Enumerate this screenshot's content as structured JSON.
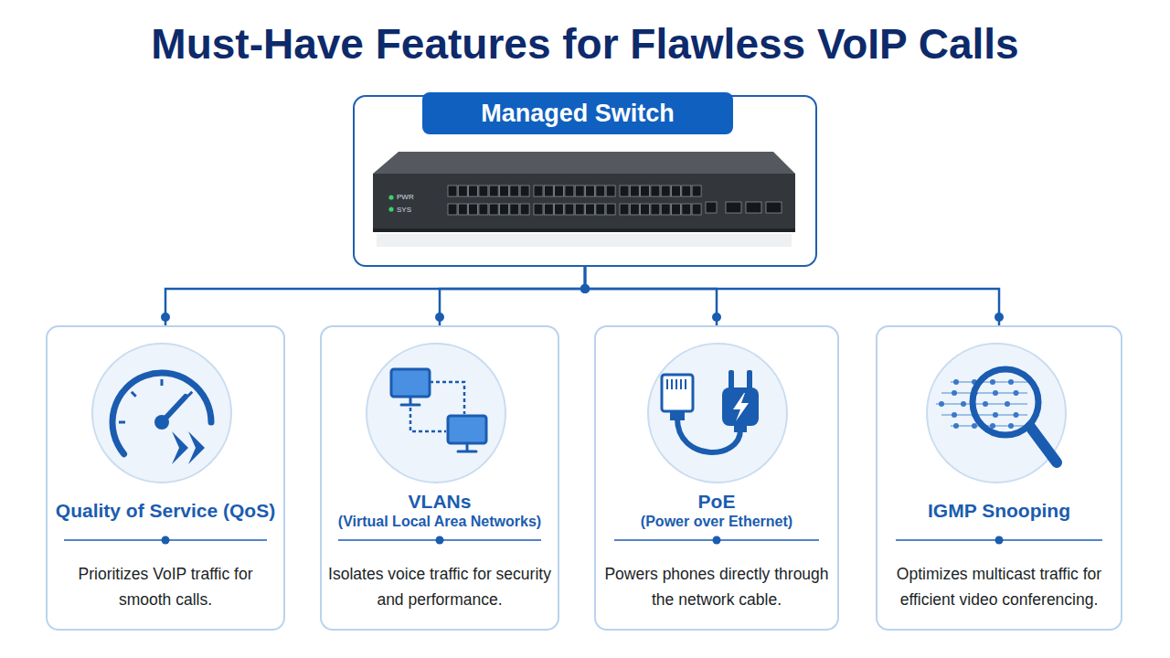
{
  "diagram": {
    "title": "Must-Have Features for Flawless VoIP Calls",
    "nodes": [
      {
        "text": [
          "Managed Switch"
        ]
      },
      {
        "text": [
          "Quality of Service (QoS)",
          "Prioritizes VoIP traffic for smooth calls."
        ]
      },
      {
        "text": [
          "VLANs",
          "(Virtual Local Area Networks)",
          "Isolates voice traffic for security and performance."
        ]
      },
      {
        "text": [
          "PoE",
          "(Power over Ethernet)",
          "Powers phones directly through the network cable."
        ]
      },
      {
        "text": [
          "IGMP Snooping",
          "Optimizes multicast traffic for efficient video conferencing."
        ]
      }
    ],
    "edges": [
      {
        "from": 0,
        "to": 1,
        "arrow": "none"
      },
      {
        "from": 0,
        "to": 2,
        "arrow": "none"
      },
      {
        "from": 0,
        "to": 3,
        "arrow": "none"
      },
      {
        "from": 0,
        "to": 4,
        "arrow": "none"
      }
    ],
    "labels": [
      "PWR",
      "SYS"
    ]
  }
}
